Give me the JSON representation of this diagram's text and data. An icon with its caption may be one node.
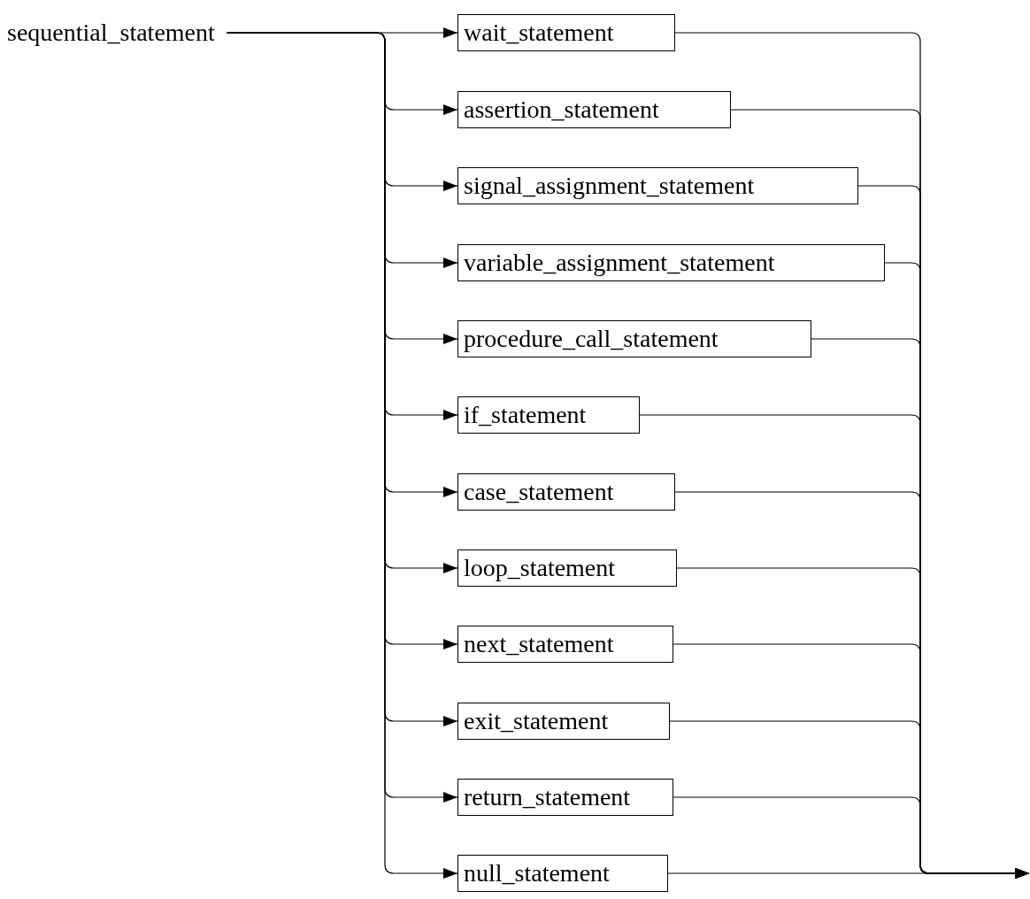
{
  "diagram": {
    "nodes": [
      {
        "text": [
          "sequential_statement"
        ]
      },
      {
        "text": [
          "wait_statement"
        ]
      },
      {
        "text": [
          "assertion_statement"
        ]
      },
      {
        "text": [
          "signal_assignment_statement"
        ]
      },
      {
        "text": [
          "variable_assignment_statement"
        ]
      },
      {
        "text": [
          "procedure_call_statement"
        ]
      },
      {
        "text": [
          "if_statement"
        ]
      },
      {
        "text": [
          "case_statement"
        ]
      },
      {
        "text": [
          "loop_statement"
        ]
      },
      {
        "text": [
          "next_statement"
        ]
      },
      {
        "text": [
          "exit_statement"
        ]
      },
      {
        "text": [
          "return_statement"
        ]
      },
      {
        "text": [
          "null_statement"
        ]
      }
    ],
    "edges": [
      {
        "from": 0,
        "to": 1,
        "arrow": "to"
      },
      {
        "from": 0,
        "to": 2,
        "arrow": "to"
      },
      {
        "from": 0,
        "to": 3,
        "arrow": "to"
      },
      {
        "from": 0,
        "to": 4,
        "arrow": "to"
      },
      {
        "from": 0,
        "to": 5,
        "arrow": "to"
      },
      {
        "from": 0,
        "to": 6,
        "arrow": "to"
      },
      {
        "from": 0,
        "to": 7,
        "arrow": "to"
      },
      {
        "from": 0,
        "to": 8,
        "arrow": "to"
      },
      {
        "from": 0,
        "to": 9,
        "arrow": "to"
      },
      {
        "from": 0,
        "to": 10,
        "arrow": "to"
      },
      {
        "from": 0,
        "to": 11,
        "arrow": "to"
      },
      {
        "from": 0,
        "to": 12,
        "arrow": "to"
      },
      {
        "from": 1,
        "to": null,
        "arrow": "to"
      },
      {
        "from": 2,
        "to": null,
        "arrow": "to"
      },
      {
        "from": 3,
        "to": null,
        "arrow": "to"
      },
      {
        "from": 4,
        "to": null,
        "arrow": "to"
      },
      {
        "from": 5,
        "to": null,
        "arrow": "to"
      },
      {
        "from": 6,
        "to": null,
        "arrow": "to"
      },
      {
        "from": 7,
        "to": null,
        "arrow": "to"
      },
      {
        "from": 8,
        "to": null,
        "arrow": "to"
      },
      {
        "from": 9,
        "to": null,
        "arrow": "to"
      },
      {
        "from": 10,
        "to": null,
        "arrow": "to"
      },
      {
        "from": 11,
        "to": null,
        "arrow": "to"
      },
      {
        "from": 12,
        "to": null,
        "arrow": "to"
      }
    ]
  }
}
